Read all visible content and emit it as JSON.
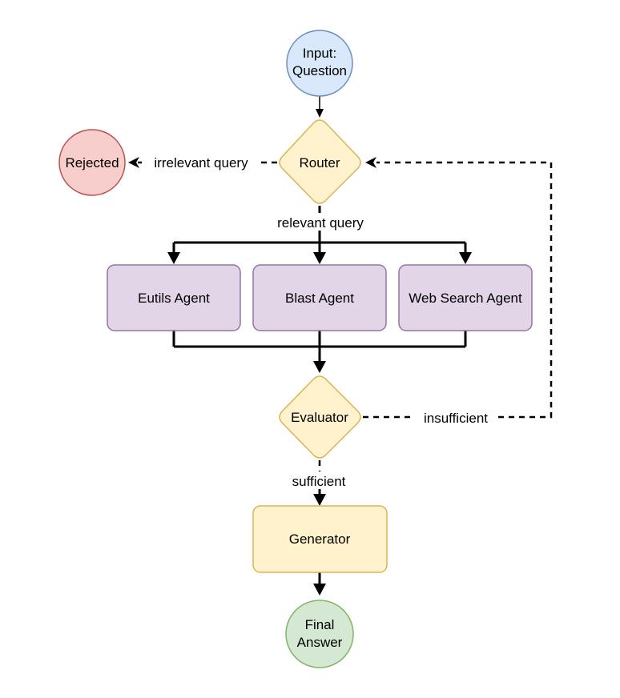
{
  "nodes": {
    "input": {
      "text_line1": "Input:",
      "text_line2": "Question"
    },
    "router": {
      "text": "Router"
    },
    "rejected": {
      "text": "Rejected"
    },
    "eutils": {
      "text": "Eutils Agent"
    },
    "blast": {
      "text": "Blast Agent"
    },
    "websearch": {
      "text": "Web Search Agent"
    },
    "evaluator": {
      "text": "Evaluator"
    },
    "generator": {
      "text": "Generator"
    },
    "final": {
      "text_line1": "Final",
      "text_line2": "Answer"
    }
  },
  "edges": {
    "irrelevant": "irrelevant query",
    "relevant": "relevant query",
    "insufficient": "insufficient",
    "sufficient": "sufficient"
  },
  "colors": {
    "blue_fill": "#dae8fc",
    "blue_stroke": "#6c8ebf",
    "yellow_fill": "#fff2cc",
    "yellow_stroke": "#d6b656",
    "red_fill": "#f8cecc",
    "red_stroke": "#b85450",
    "purple_fill": "#e1d5e7",
    "purple_stroke": "#9673a6",
    "green_fill": "#d5e8d4",
    "green_stroke": "#82b366"
  }
}
